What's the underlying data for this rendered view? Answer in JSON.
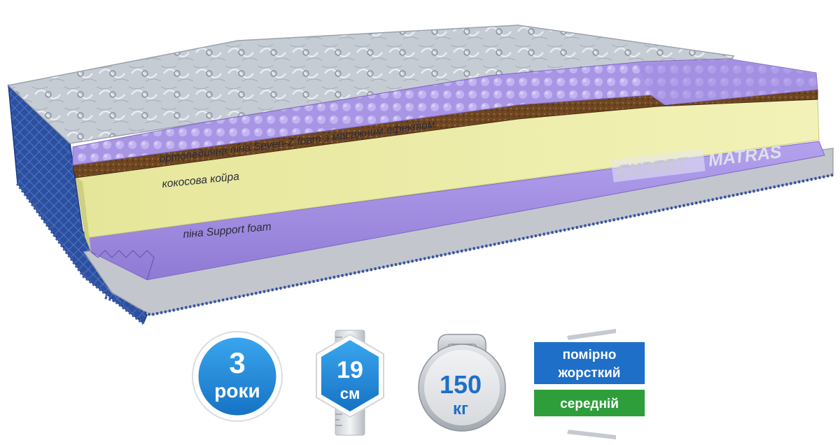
{
  "layers": {
    "seven_z": "ортопедична піна Seven-Z foam з масажним ефектом",
    "coir": "кокосова койра",
    "support": "піна Support foam"
  },
  "brand": {
    "left": "EXPERT",
    "right": "MATRAS"
  },
  "warranty": {
    "number": "3",
    "unit": "роки"
  },
  "height": {
    "number": "19",
    "unit": "см"
  },
  "max_weight": {
    "number": "150",
    "unit": "кг"
  },
  "firmness": {
    "top": "помірно",
    "middle": "жорсткий",
    "bottom": "середній"
  },
  "colors": {
    "quilt": "#c9ced6",
    "side_blue": "#2f56a8",
    "lavender": "#a896e6",
    "coir": "#6b4520",
    "support": "#e8e8a0",
    "badge_blue": "#1e88d8",
    "badge_gray": "#9aa0a8",
    "firmness_blue": "#1e6fc8",
    "firmness_green": "#2e9e3a"
  }
}
